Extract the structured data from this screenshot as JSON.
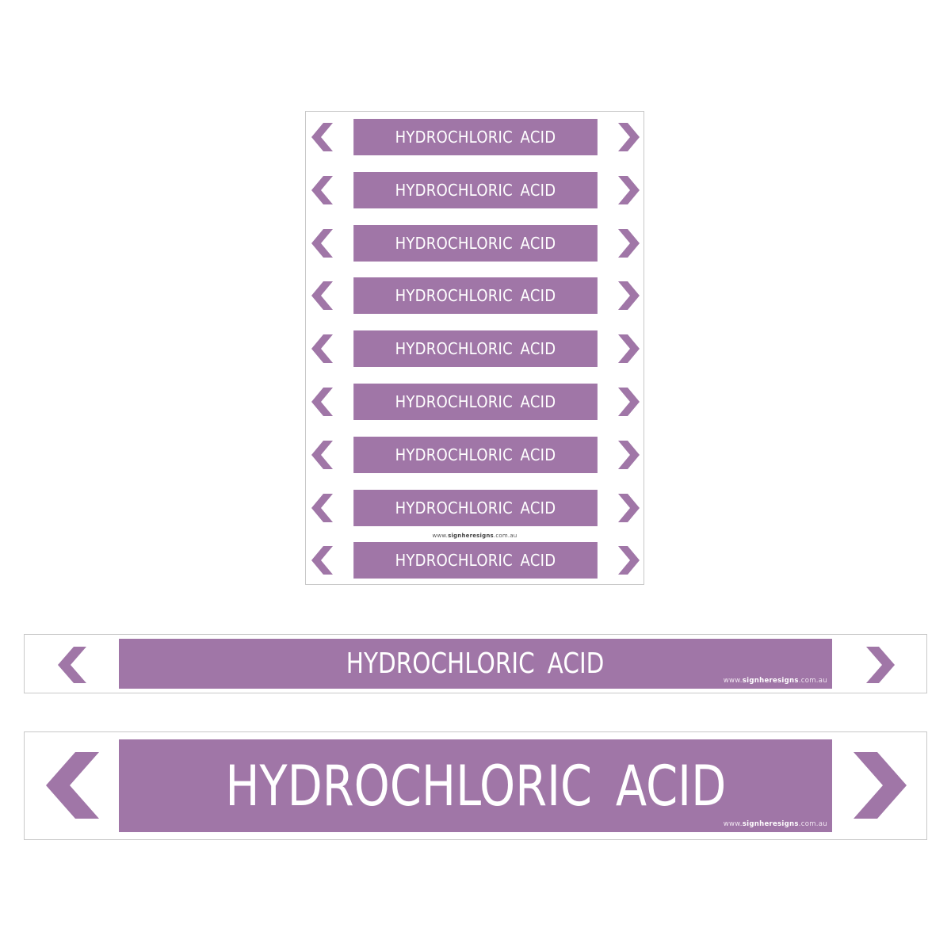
{
  "brand": {
    "accent_color": "#a076a7",
    "background_color": "#ffffff",
    "border_color": "#c8c8c8"
  },
  "label_text": "HYDROCHLORIC  ACID",
  "website": {
    "prefix": "www.",
    "name": "signheresigns",
    "suffix": ".com.au"
  },
  "sheet": {
    "label_count": 9
  },
  "icons": {
    "left": "chevron-left-icon",
    "right": "chevron-right-icon"
  }
}
